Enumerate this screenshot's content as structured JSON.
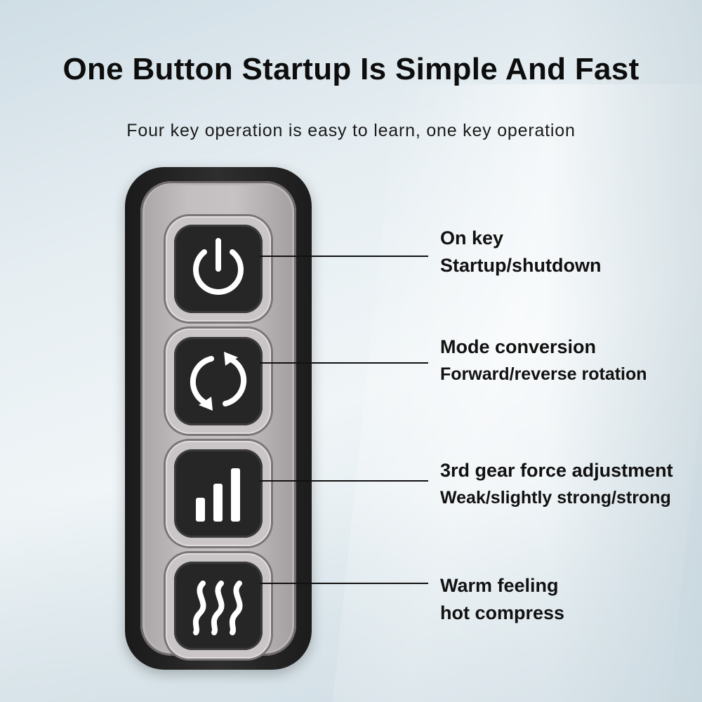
{
  "header": {
    "title": "One Button Startup Is Simple And Fast",
    "subtitle": "Four key operation is easy to learn, one key operation"
  },
  "keys": [
    {
      "icon": "power-icon",
      "title": "On key",
      "description": "Startup/shutdown"
    },
    {
      "icon": "rotation-arrows-icon",
      "title": "Mode conversion",
      "description": "Forward/reverse rotation"
    },
    {
      "icon": "signal-bars-icon",
      "title": "3rd gear force adjustment",
      "description": "Weak/slightly strong/strong"
    },
    {
      "icon": "heat-waves-icon",
      "title": "Warm feeling",
      "description": "hot compress"
    }
  ],
  "colors": {
    "text": "#111111",
    "remote_body": "#1e1e1e",
    "remote_face": "#c3bfc0",
    "key_face": "#262626",
    "icon": "#ffffff"
  }
}
